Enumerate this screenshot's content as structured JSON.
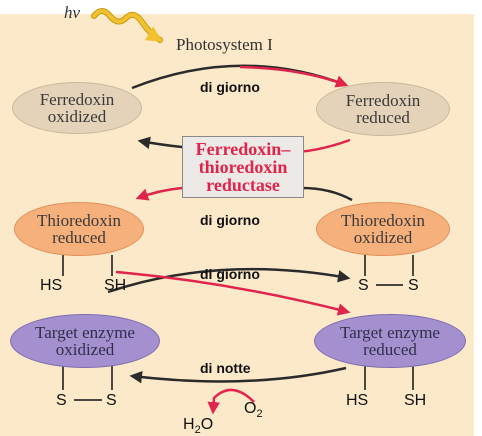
{
  "light": {
    "symbol": "hν",
    "photosystem": "Photosystem I"
  },
  "ferredoxin": {
    "oxidized": {
      "line1": "Ferredoxin",
      "line2": "oxidized"
    },
    "reduced": {
      "line1": "Ferredoxin",
      "line2": "reduced"
    }
  },
  "enzyme": {
    "line1": "Ferredoxin–",
    "line2": "thioredoxin",
    "line3": "reductase"
  },
  "thioredoxin": {
    "reduced": {
      "line1": "Thioredoxin",
      "line2": "reduced"
    },
    "oxidized": {
      "line1": "Thioredoxin",
      "line2": "oxidized"
    }
  },
  "target": {
    "oxidized": {
      "line1": "Target enzyme",
      "line2": "oxidized"
    },
    "reduced": {
      "line1": "Target enzyme",
      "line2": "reduced"
    }
  },
  "labels": {
    "day1": "di giorno",
    "day2": "di giorno",
    "day3": "di giorno",
    "night": "di notte"
  },
  "groups": {
    "trx_red_left": "HS",
    "trx_red_right": "SH",
    "trx_ox_left": "S",
    "trx_ox_right": "S",
    "tgt_ox_left": "S",
    "tgt_ox_right": "S",
    "tgt_red_left": "HS",
    "tgt_red_right": "SH"
  },
  "molecules": {
    "h2o_main": "H",
    "h2o_sub": "2",
    "h2o_end": "O",
    "o2_main": "O",
    "o2_sub": "2"
  },
  "colors": {
    "red_arrow": "#e0244c",
    "dark_arrow": "#2b2b2b",
    "light_squiggle": "#f2c12e"
  }
}
